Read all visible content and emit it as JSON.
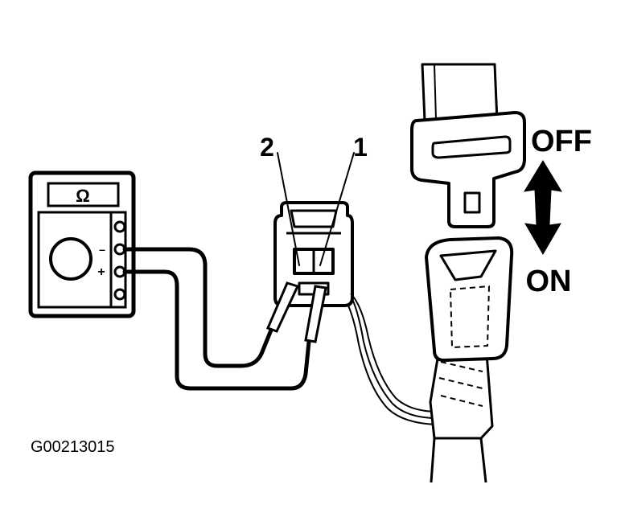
{
  "meter": {
    "symbol": "Ω",
    "minus_label": "–",
    "plus_label": "+"
  },
  "probe_labels": {
    "probe_1": "1",
    "probe_2": "2"
  },
  "switch_states": {
    "off": "OFF",
    "on": "ON"
  },
  "figure_code": "G00213015",
  "colors": {
    "ink": "#000000",
    "paper": "#ffffff"
  }
}
